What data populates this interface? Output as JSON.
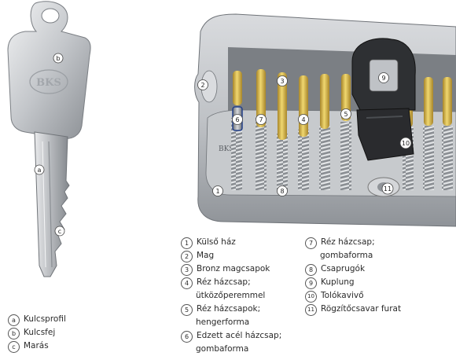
{
  "key_callouts": [
    "b",
    "a",
    "c"
  ],
  "key_brand": "BKS",
  "cylinder_brand": "BKS",
  "cylinder_callouts": [
    "1",
    "2",
    "3",
    "4",
    "5",
    "6",
    "7",
    "8",
    "9",
    "10",
    "11"
  ],
  "key_legend": [
    {
      "badge": "a",
      "text": "Kulcsprofil"
    },
    {
      "badge": "b",
      "text": "Kulcsfej"
    },
    {
      "badge": "c",
      "text": "Marás"
    }
  ],
  "legend_col1": [
    {
      "badge": "1",
      "lines": [
        "Külső ház"
      ]
    },
    {
      "badge": "2",
      "lines": [
        "Mag"
      ]
    },
    {
      "badge": "3",
      "lines": [
        "Bronz magcsapok"
      ]
    },
    {
      "badge": "4",
      "lines": [
        "Réz házcsap;",
        "ütközőperemmel"
      ]
    },
    {
      "badge": "5",
      "lines": [
        "Réz házcsapok;",
        "hengerforma"
      ]
    },
    {
      "badge": "6",
      "lines": [
        "Edzett acél házcsap;",
        "gombaforma"
      ]
    }
  ],
  "legend_col2": [
    {
      "badge": "7",
      "lines": [
        "Réz házcsap;",
        "gombaforma"
      ]
    },
    {
      "badge": "8",
      "lines": [
        "Csaprugók"
      ]
    },
    {
      "badge": "9",
      "lines": [
        "Kuplung"
      ]
    },
    {
      "badge": "10",
      "lines": [
        "Tolókavivő"
      ]
    },
    {
      "badge": "11",
      "lines": [
        "Rögzítőcsavar furat"
      ]
    }
  ],
  "colors": {
    "metal_light": "#e4e6e8",
    "metal_mid": "#b9bcc0",
    "metal_dark": "#7d8186",
    "brass": "#d9b84a",
    "brass_dark": "#a8862a",
    "cam_black": "#2a2b2e",
    "spring": "#cfd1d3"
  }
}
